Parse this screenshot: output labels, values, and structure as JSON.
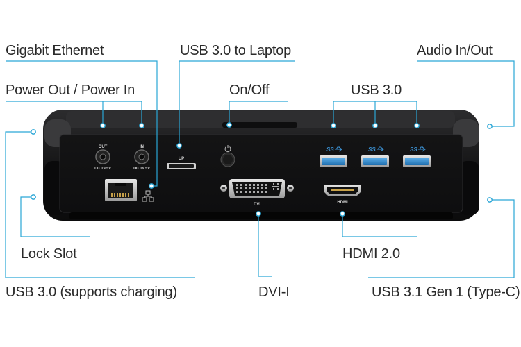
{
  "callouts": {
    "gigabit_ethernet": "Gigabit Ethernet",
    "usb30_to_laptop": "USB 3.0 to Laptop",
    "audio_in_out": "Audio In/Out",
    "power_out_in": "Power Out / Power In",
    "on_off": "On/Off",
    "usb30": "USB 3.0",
    "lock_slot": "Lock Slot",
    "hdmi20": "HDMI 2.0",
    "usb30_charging": "USB 3.0 (supports charging)",
    "dvi_i": "DVI-I",
    "usb31_typec": "USB 3.1 Gen 1 (Type-C)"
  },
  "device_labels": {
    "out": "OUT",
    "in": "IN",
    "dc_out": "DC 19.5V",
    "dc_in": "DC 19.5V",
    "up": "UP",
    "dvi": "DVI",
    "hdmi": "HDMI",
    "ss_logo": "SS"
  },
  "colors": {
    "leader_line": "#2aa6d6",
    "device_body": "#1c1c1e",
    "usb3_port": "#3a8fd0",
    "text": "#2a2a2a"
  }
}
